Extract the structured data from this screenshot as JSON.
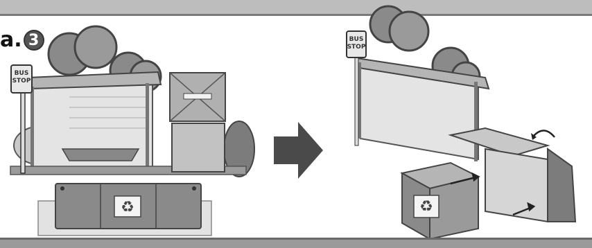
{
  "step": {
    "prefix": "a.",
    "number": "3"
  },
  "left_scene": {
    "sign_line1": "BUS",
    "sign_line2": "STOP"
  },
  "right_scene": {
    "sign_line1": "BUS",
    "sign_line2": "STOP"
  },
  "recycle_symbol": "♻",
  "colors": {
    "dark": "#555555",
    "mid": "#8c8c8c",
    "light": "#d0d0d0",
    "arrow": "#4a4a4a"
  }
}
